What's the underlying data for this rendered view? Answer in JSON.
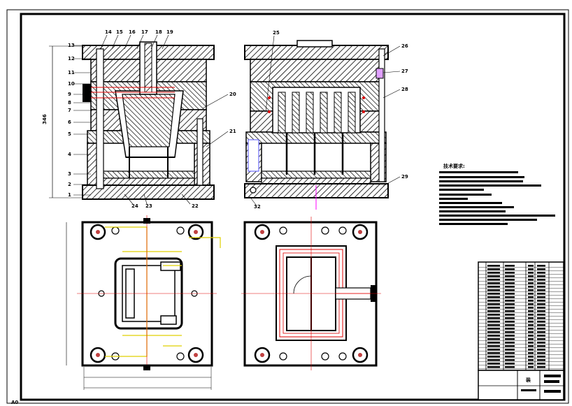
{
  "drawing": {
    "corner_label": "A0",
    "tech_title": "技术要求:",
    "section_a_labels": [
      "1",
      "2",
      "3",
      "4",
      "5",
      "6",
      "7",
      "8",
      "9",
      "10",
      "11",
      "12",
      "13",
      "14",
      "15",
      "16",
      "17",
      "18",
      "19",
      "20",
      "21",
      "22",
      "23",
      "24"
    ],
    "section_b_labels": [
      "25",
      "26",
      "27",
      "28",
      "29",
      "32"
    ],
    "title_block_center": "装"
  },
  "colors": {
    "line": "#000000",
    "centerline": "#e00000",
    "water": "#ff00ff",
    "ejector": "#e0d000",
    "hole_fill": "#c04040"
  }
}
